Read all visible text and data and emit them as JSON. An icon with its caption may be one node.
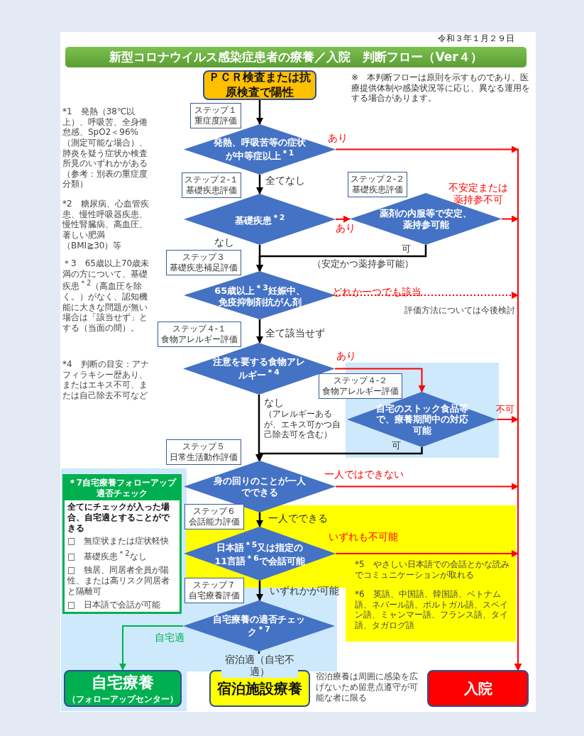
{
  "diagram": {
    "title": "新型コロナウイルス感染症患者の療養／入院　判断フロー（Ver４）",
    "nodes": [
      {
        "text": [
          "ＰＣＲ検査または抗原検査で陽性"
        ]
      },
      {
        "text": [
          "ステップ１",
          "重症度評価"
        ]
      },
      {
        "text": [
          "発熱、呼吸苦等の症状が中等症以上$^{＊1}$"
        ]
      },
      {
        "text": [
          "ステップ２-１",
          "基礎疾患評価"
        ]
      },
      {
        "text": [
          "基礎疾患$^{＊2}$"
        ]
      },
      {
        "text": [
          "ステップ２-２",
          "基礎疾患評価"
        ]
      },
      {
        "text": [
          "薬剤の内服等で安定、薬持参可能"
        ]
      },
      {
        "text": [
          "ステップ３",
          "基礎疾患補足評価"
        ]
      },
      {
        "text": [
          "65歳以上$^{＊3}$妊娠中、免疫抑制剤抗がん剤"
        ]
      },
      {
        "text": [
          "ステップ４-１",
          "食物アレルギー評価"
        ]
      },
      {
        "text": [
          "注意を要する食物アレルギー$^{＊4}$"
        ]
      },
      {
        "text": [
          "ステップ４-２",
          "食物アレルギー評価"
        ]
      },
      {
        "text": [
          "自宅のストック食品等で、療養期間中の対応可能"
        ]
      },
      {
        "text": [
          "ステップ５",
          "日常生活動作評価"
        ]
      },
      {
        "text": [
          "身の回りのことが一人でできる"
        ]
      },
      {
        "text": [
          "ステップ６",
          "会話能力評価"
        ]
      },
      {
        "text": [
          "日本語$^{＊5}$又は指定の11言語$^{＊6}$で会話可能"
        ]
      },
      {
        "text": [
          "ステップ７",
          "自宅療養評価"
        ]
      },
      {
        "text": [
          "自宅療養の適否チェック$^{＊7}$"
        ]
      },
      {
        "text": [
          "自宅療養",
          "（フォローアップセンター）"
        ]
      },
      {
        "text": [
          "宿泊施設療養"
        ],
        "beside": [
          "宿泊療養は周囲に感染を広げないため留意点遵守が可能な者に限る"
        ]
      },
      {
        "text": [
          "入院"
        ]
      },
      {
        "text": [
          "＊7自宅療養フォローアップ適否チェック",
          "全てにチェックが入った場合、自宅適とすることができる",
          "□　無症状または症状軽快",
          "□　基礎疾患$^{＊2}$なし",
          "□　独居、同居者全員が陽性、または高リスク同居者と隔離可",
          "□　日本語で会話が可能"
        ]
      }
    ],
    "edges": [
      {
        "from": 0,
        "to": 2,
        "arrow": "to"
      },
      {
        "from": 2,
        "to": 21,
        "arrow": "to",
        "label": "あり",
        "color": "#ff0000"
      },
      {
        "from": 2,
        "to": 4,
        "arrow": "to",
        "label": "全てなし"
      },
      {
        "from": 4,
        "to": 6,
        "arrow": "to",
        "label": "あり",
        "color": "#ff0000"
      },
      {
        "from": 6,
        "to": 21,
        "arrow": "to",
        "label": "不安定または薬持参不可",
        "color": "#ff0000"
      },
      {
        "from": 4,
        "to": 8,
        "arrow": "to",
        "label": "なし"
      },
      {
        "from": 6,
        "to": 8,
        "arrow": "to",
        "label": "可"
      },
      {
        "from": 8,
        "to": 21,
        "arrow": "to",
        "label": "どれか一つでも該当",
        "style": "dashed",
        "color": "#ff0000"
      },
      {
        "from": 8,
        "to": 10,
        "arrow": "to",
        "label": "全て該当せず"
      },
      {
        "from": 10,
        "to": 12,
        "arrow": "to",
        "label": "あり",
        "color": "#ff0000"
      },
      {
        "from": 12,
        "to": 21,
        "arrow": "to",
        "label": "不可",
        "color": "#ff0000"
      },
      {
        "from": 10,
        "to": 14,
        "arrow": "to",
        "label": "なし"
      },
      {
        "from": 12,
        "to": 14,
        "arrow": "to",
        "label": "可"
      },
      {
        "from": 14,
        "to": 21,
        "arrow": "to",
        "label": "一人ではできない",
        "color": "#ff0000"
      },
      {
        "from": 14,
        "to": 16,
        "arrow": "to",
        "label": "一人でできる"
      },
      {
        "from": 16,
        "to": 21,
        "arrow": "to",
        "label": "いずれも不可能",
        "color": "#ff0000"
      },
      {
        "from": 16,
        "to": 18,
        "arrow": "to",
        "label": "いずれかが可能"
      },
      {
        "from": 18,
        "to": 19,
        "arrow": "to",
        "label": "自宅適",
        "color": "#00b050"
      },
      {
        "from": 18,
        "to": 20,
        "arrow": "to",
        "label": "宿泊適（自宅不適）"
      }
    ],
    "labels": [
      "令和３年１月２９日",
      "※　本判断フローは原則を示すものであり、医療提供体制や感染状況等に応じ、異なる運用をする場合があります。",
      "*1　発熱（38℃以上）、呼吸苦、全身倦怠感、SpO2＜96%（測定可能な場合）、肺炎を疑う症状か検査所見のいずれかがある（参考：別表の重症度分類）",
      "*2　糖尿病、心血管疾患、慢性呼吸器疾患、慢性腎臓病、高血圧、著しい肥満（BMI≧30）等",
      "（安定かつ薬持参可能）",
      "＊3　65歳以上70歳未満の方について、基礎疾患$^{＊2}$（高血圧を除く。）がなく、認知機能に大きな問題が無い場合は「該当せず」とする（当面の間）。",
      "評価方法については今後検討",
      "*4　判断の目安：アナフィラキシー歴あり、またはエキス不可、または自己除去不可など",
      "（アレルギーあるが、エキス可かつ自己除去可を含む）",
      "*5　やさしい日本語での会話とかな読みでコミュニケーションが取れる",
      "*6　英語、中国語、韓国語、ベトナム語、ネパール語、ポルトガル語、スペイン語、ミャンマー語、フランス語、タイ語、タガログ語"
    ]
  }
}
